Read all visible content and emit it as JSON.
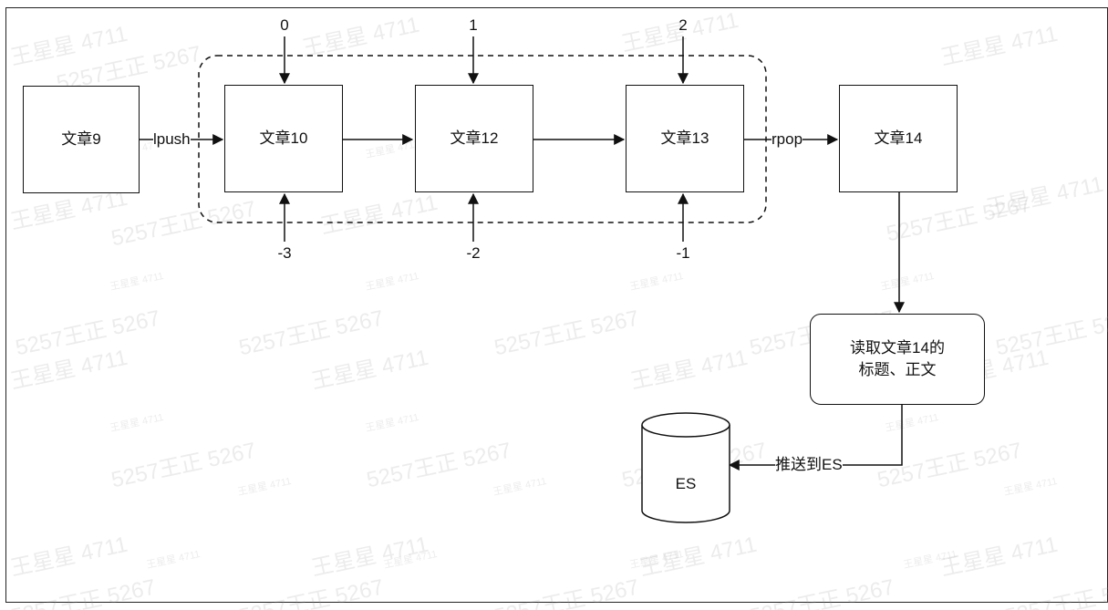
{
  "nodes": {
    "article9": "文章9",
    "article10": "文章10",
    "article12": "文章12",
    "article13": "文章13",
    "article14": "文章14",
    "read_step": "读取文章14的\n标题、正文",
    "es": "ES"
  },
  "edges": {
    "lpush": "lpush",
    "rpop": "rpop",
    "push_es": "推送到ES"
  },
  "indices": {
    "top": [
      "0",
      "1",
      "2"
    ],
    "bottom": [
      "-3",
      "-2",
      "-1"
    ]
  },
  "watermark": {
    "big_a": "5257王正 5267",
    "big_b": "王星星 4711",
    "small_a": "王星星 4711"
  }
}
